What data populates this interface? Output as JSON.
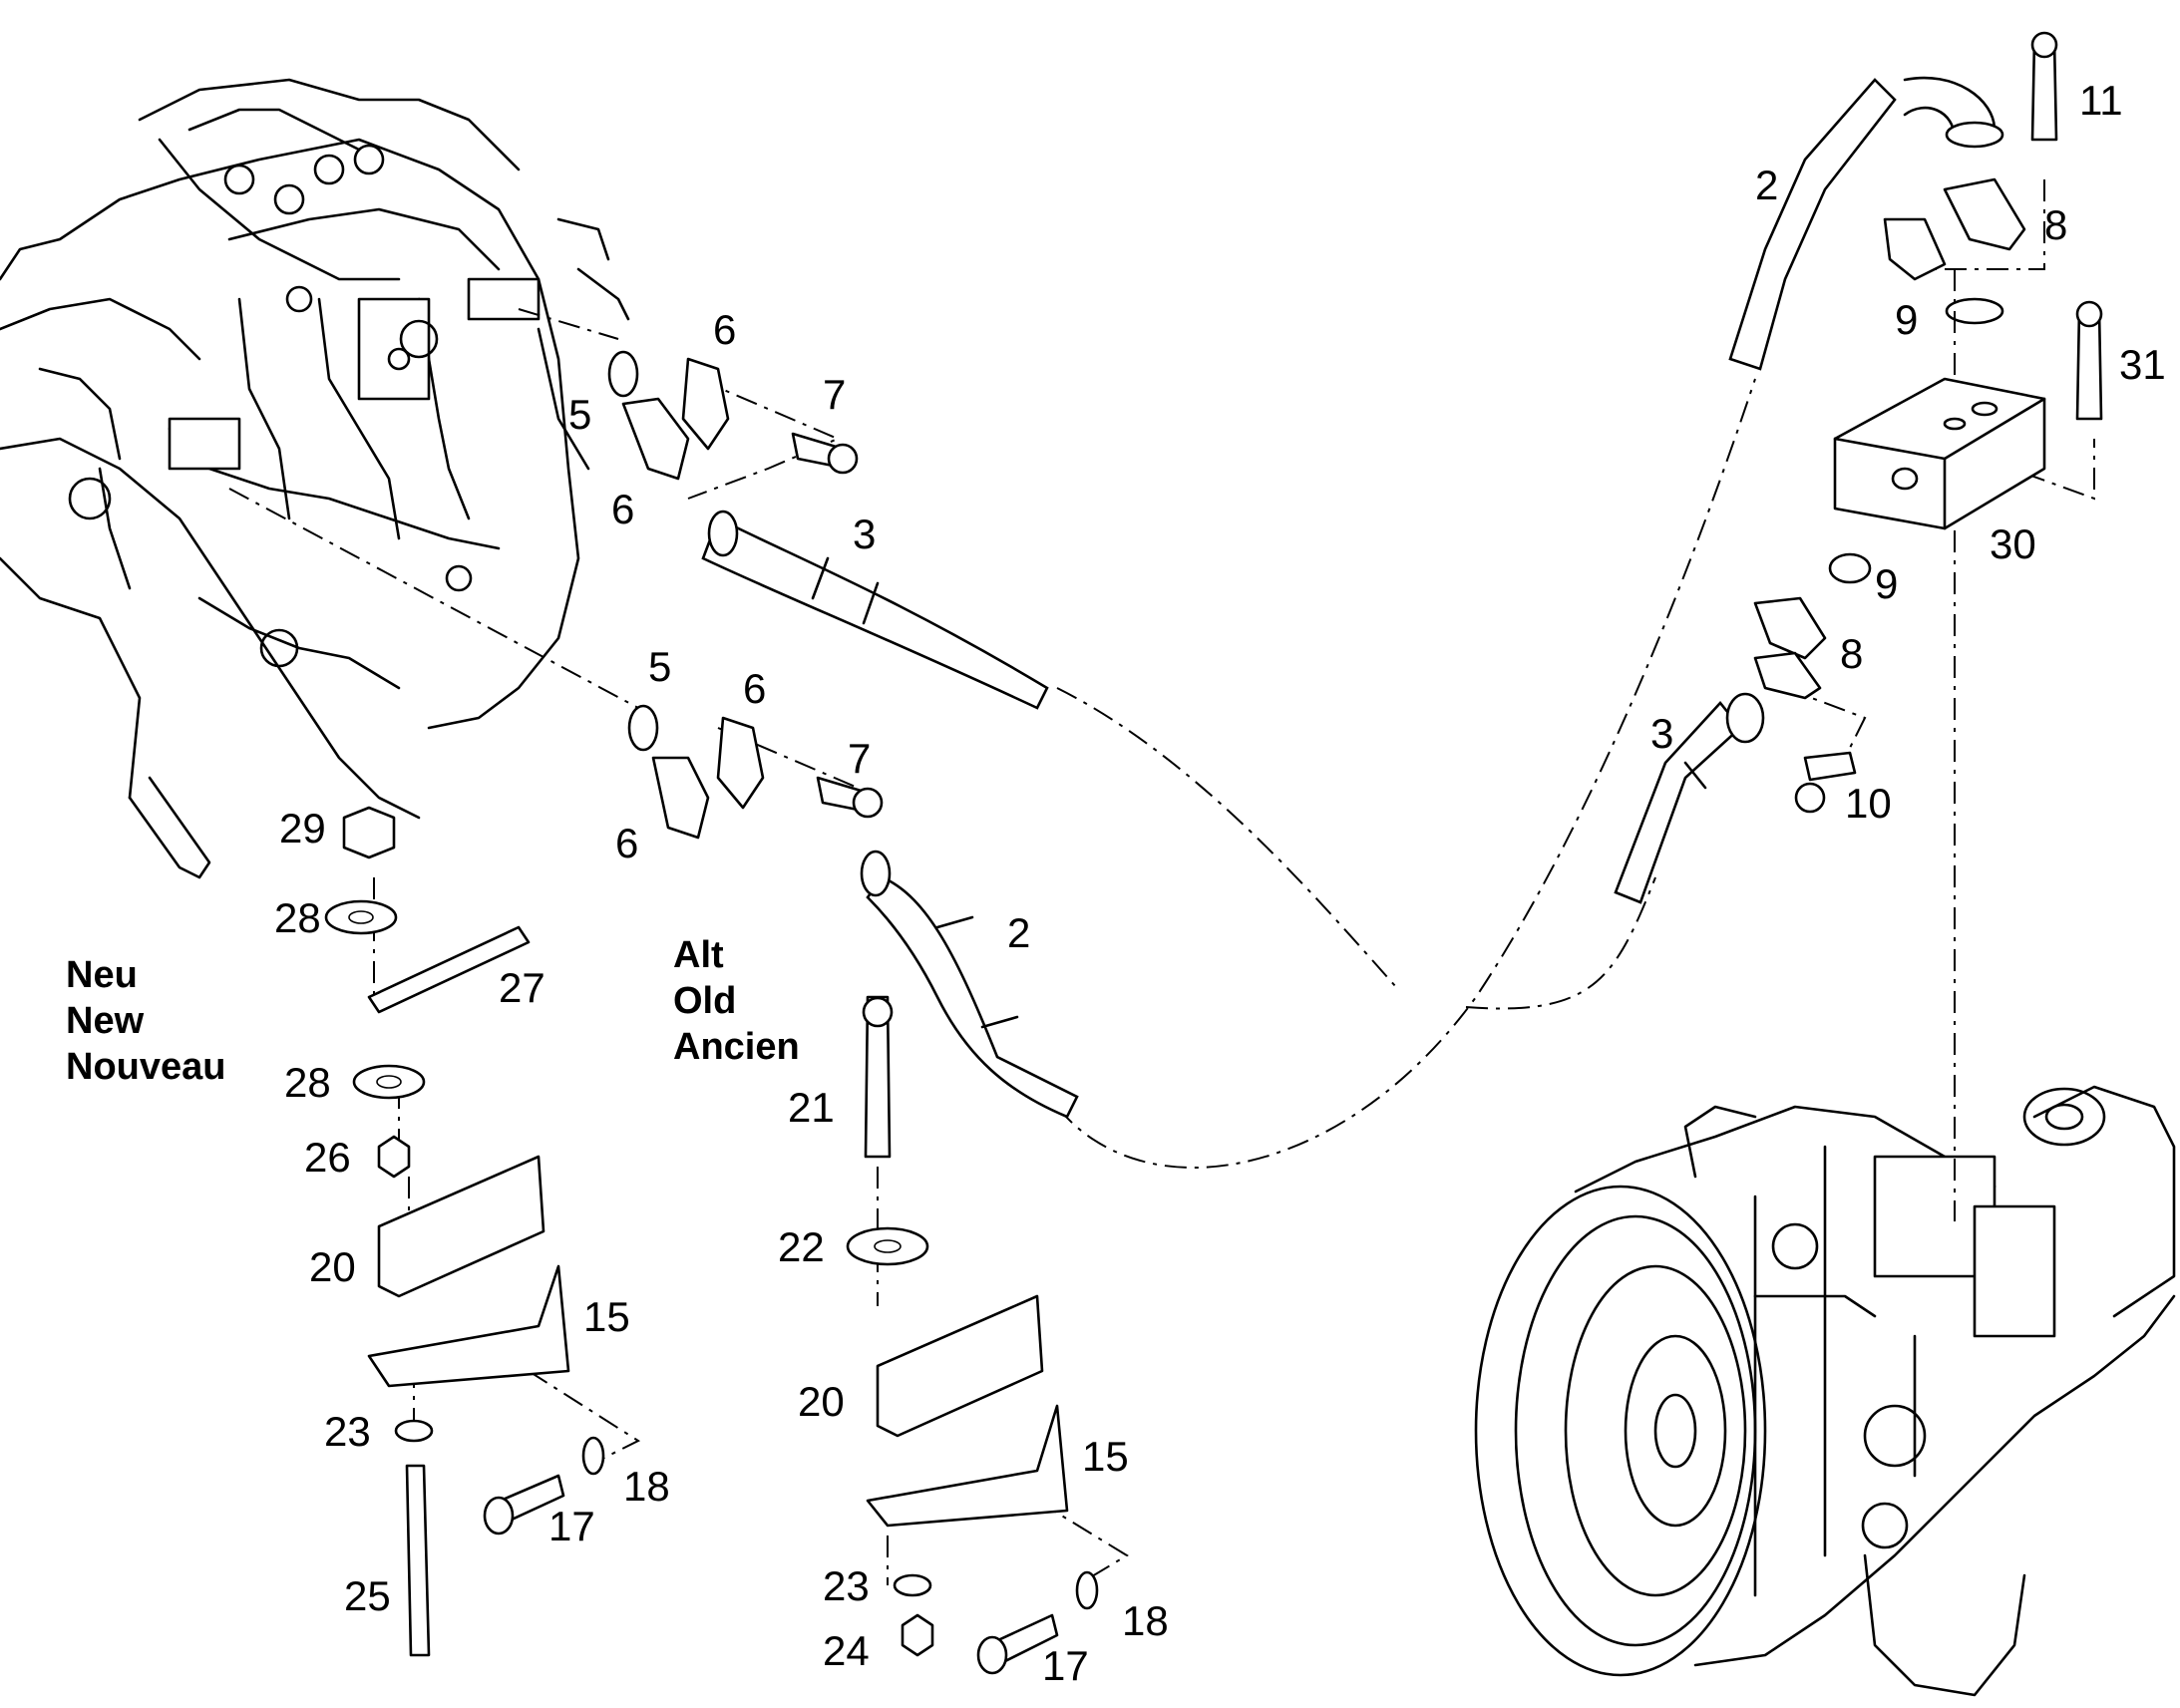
{
  "legend_new": {
    "de": "Neu",
    "en": "New",
    "fr": "Nouveau"
  },
  "legend_old": {
    "de": "Alt",
    "en": "Old",
    "fr": "Ancien"
  },
  "callouts": {
    "c2a": "2",
    "c11": "11",
    "c8a": "8",
    "c9a": "9",
    "c31": "31",
    "c30": "30",
    "c9b": "9",
    "c8b": "8",
    "c3b": "3",
    "c10": "10",
    "c6a": "6",
    "c7a": "7",
    "c5a": "5",
    "c6b": "6",
    "c3a": "3",
    "c5b": "5",
    "c6c": "6",
    "c7b": "7",
    "c6d": "6",
    "c2b": "2",
    "c29": "29",
    "c28a": "28",
    "c27": "27",
    "c28b": "28",
    "c26": "26",
    "c20a": "20",
    "c15a": "15",
    "c23a": "23",
    "c18a": "18",
    "c17a": "17",
    "c25": "25",
    "c21": "21",
    "c22": "22",
    "c20b": "20",
    "c15b": "15",
    "c23b": "23",
    "c24": "24",
    "c18b": "18",
    "c17b": "17"
  }
}
